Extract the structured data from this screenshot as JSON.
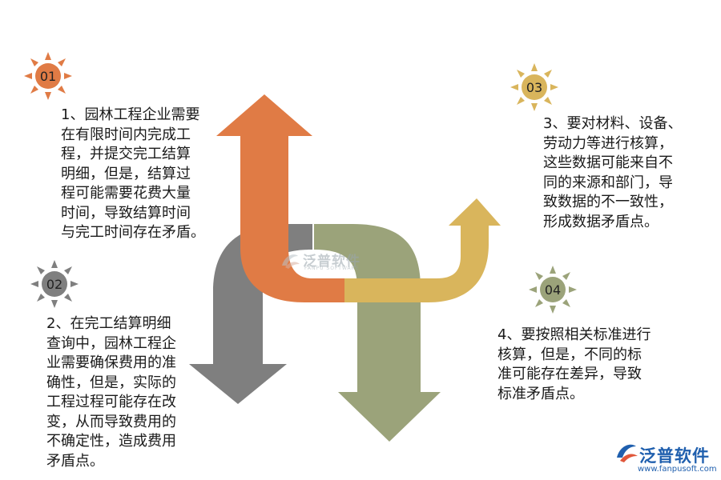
{
  "items": [
    {
      "number": "01",
      "color": "#E07B45",
      "lines": [
        "1、园林工程企业需要",
        "在有限时间内完成工",
        "程，并提交完工结算",
        "明细，但是，结算过",
        "程可能需要花费大量",
        "时间，导致结算时间",
        "与完工时间存在矛盾。"
      ]
    },
    {
      "number": "02",
      "color": "#7F7F7F",
      "lines": [
        "2、在完工结算明细",
        "查询中，园林工程企",
        "业需要确保费用的准",
        "确性，但是，实际的",
        "工程过程可能存在改",
        "变，从而导致费用的",
        "不确定性，造成费用",
        "矛盾点。"
      ]
    },
    {
      "number": "03",
      "color": "#D9B55C",
      "lines": [
        "3、要对材料、设备、",
        "劳动力等进行核算，",
        "这些数据可能来自不",
        "同的来源和部门，导",
        "致数据的不一致性，",
        "形成数据矛盾点。"
      ]
    },
    {
      "number": "04",
      "color": "#9BA37A",
      "lines": [
        "4、要按照相关标准进行",
        "核算，但是，不同的标",
        "准可能存在差异，导致",
        "标准矛盾点。"
      ]
    }
  ],
  "watermark": {
    "title": "泛普软件",
    "subtitle": "FANPU SOFTWARE",
    "icon": "fanpu-logo-icon"
  },
  "logo": {
    "title": "泛普软件",
    "url": "www.fanpusoft.com",
    "icon": "fanpu-logo-icon"
  }
}
